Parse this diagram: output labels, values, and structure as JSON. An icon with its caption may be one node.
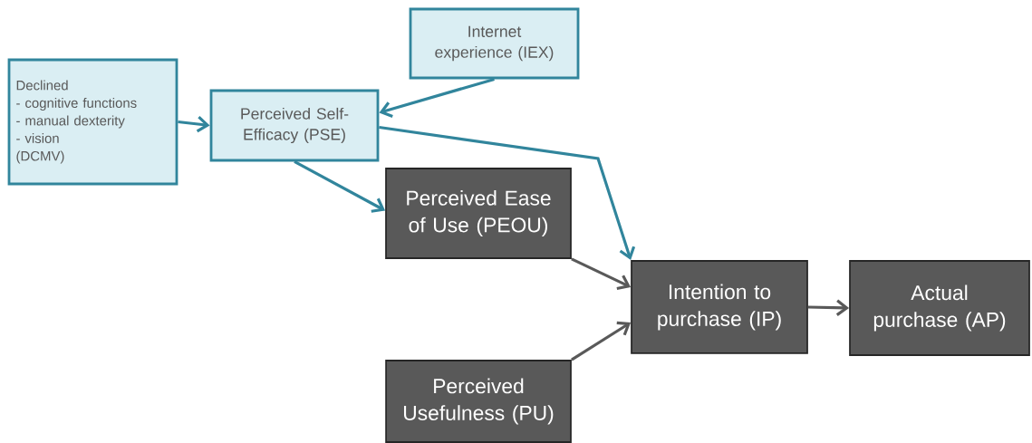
{
  "diagram": {
    "nodes": [
      {
        "text": [
          "Declined",
          "- cognitive functions",
          "- manual dexterity",
          "- vision",
          "(DCMV)"
        ]
      },
      {
        "text": [
          "Internet experience (IEX)"
        ]
      },
      {
        "text": [
          "Perceived Self-Efficacy (PSE)"
        ]
      },
      {
        "text": [
          "Perceived Ease of Use (PEOU)"
        ]
      },
      {
        "text": [
          "Intention to purchase (IP)"
        ]
      },
      {
        "text": [
          "Actual purchase (AP)"
        ]
      },
      {
        "text": [
          "Perceived Usefulness (PU)"
        ]
      }
    ],
    "edges": [
      {
        "from": 0,
        "to": 2,
        "arrow": "to"
      },
      {
        "from": 1,
        "to": 2,
        "arrow": "to"
      },
      {
        "from": 2,
        "to": 3,
        "arrow": "to"
      },
      {
        "from": 2,
        "to": 4,
        "arrow": "to"
      },
      {
        "from": 3,
        "to": 4,
        "arrow": "to",
        "color": "#595959"
      },
      {
        "from": 6,
        "to": 4,
        "arrow": "to",
        "color": "#595959"
      },
      {
        "from": 4,
        "to": 5,
        "arrow": "to",
        "color": "#595959"
      }
    ]
  }
}
